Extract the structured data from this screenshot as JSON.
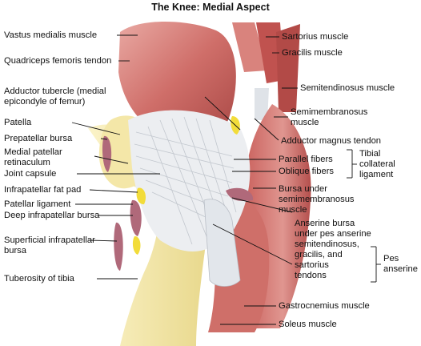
{
  "title": "The Knee: Medial Aspect",
  "labels": {
    "vastus_medialis": "Vastus medialis muscle",
    "quadriceps_tendon": "Quadriceps femoris tendon",
    "adductor_tubercle_1": "Adductor tubercle (medial",
    "adductor_tubercle_2": "epicondyle of femur)",
    "patella": "Patella",
    "prepatellar_bursa": "Prepatellar bursa",
    "medial_retinaculum_1": "Medial patellar",
    "medial_retinaculum_2": "retinaculum",
    "joint_capsule": "Joint capsule",
    "infrapatellar_fat_pad": "Infrapatellar fat pad",
    "patellar_ligament": "Patellar ligament",
    "deep_infrapatellar_bursa": "Deep infrapatellar bursa",
    "superficial_bursa_1": "Superficial infrapatellar",
    "superficial_bursa_2": "bursa",
    "tibial_tuberosity": "Tuberosity of tibia",
    "sartorius": "Sartorius muscle",
    "gracilis": "Gracilis muscle",
    "semitendinosus": "Semitendinosus muscle",
    "semimembranosus_1": "Semimembranosus",
    "semimembranosus_2": "muscle",
    "adductor_magnus_tendon": "Adductor magnus tendon",
    "parallel_fibers": "Parallel fibers",
    "oblique_fibers": "Oblique fibers",
    "tibial_collateral_1": "Tibial",
    "tibial_collateral_2": "collateral",
    "tibial_collateral_3": "ligament",
    "bursa_semimembranosus_1": "Bursa under",
    "bursa_semimembranosus_2": "semimembranosus",
    "bursa_semimembranosus_3": "muscle",
    "anserine_bursa_1": "Anserine bursa",
    "anserine_bursa_2": "under pes anserine",
    "anserine_bursa_3": "semitendinosus,",
    "anserine_bursa_4": "gracilis, and",
    "anserine_bursa_5": "sartorius",
    "anserine_bursa_6": "tendons",
    "pes_anserine_1": "Pes",
    "pes_anserine_2": "anserine",
    "gastrocnemius": "Gastrocnemius muscle",
    "soleus": "Soleus muscle"
  },
  "colors": {
    "muscle": "#c9615f",
    "muscle_light": "#e3a09c",
    "muscle_dark": "#a84646",
    "bone": "#f3e7a6",
    "ligament": "#e9ecef",
    "ligament_line": "#b9bec6",
    "bursa": "#b0697a",
    "fat": "#f2dc3a",
    "tendon": "#dadfe6",
    "leader": "#111111"
  }
}
